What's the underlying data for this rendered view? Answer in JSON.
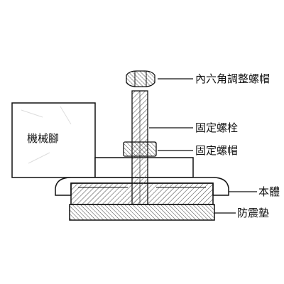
{
  "machine_foot_label": "機械腳",
  "labels": {
    "hex_nut": "內六角調整螺帽",
    "bolt": "固定螺栓",
    "fixing_nut": "固定螺帽",
    "body": "本體",
    "pad": "防震墊"
  },
  "colors": {
    "stroke": "#111111",
    "fill": "#ffffff",
    "hatch": "#555555"
  }
}
